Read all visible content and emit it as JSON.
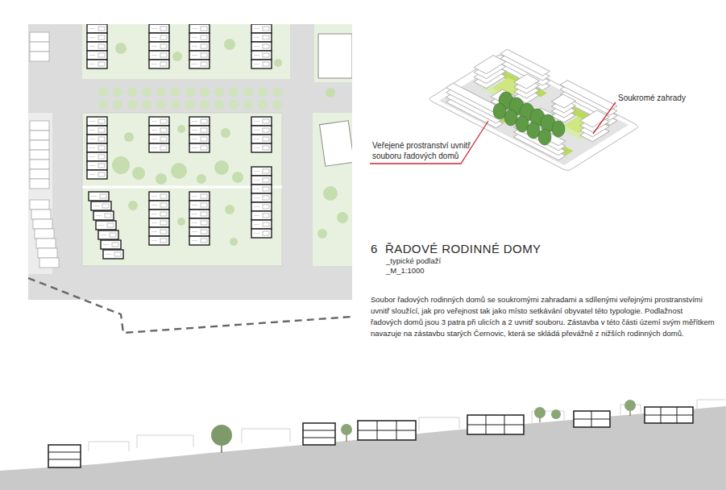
{
  "diagram": {
    "title": "ŘADOVÉ RODINNÉ DOMY",
    "caption": "Soubor řadových rodinných domů se soukromými zahradami a sdílenými veřejnými prostranstvími uvnitř sloužící, jak pro veřejnost tak jako místo setkávání obyvatel této typologie. Podlažnost řadových domů jsou 3 patra při ulicích a 2 uvnitř souboru. Zástavba v této části území svým měřítkem navazuje na zástavbu starých Černovic, která se skládá převážně z nižších rodinných domů.",
    "labels": [
      "6",
      "_typické podlaží",
      "_M_1:1000",
      "Soukromé zahrady",
      "Veřejené prostranství uvnitř souboru řadových domů"
    ]
  }
}
